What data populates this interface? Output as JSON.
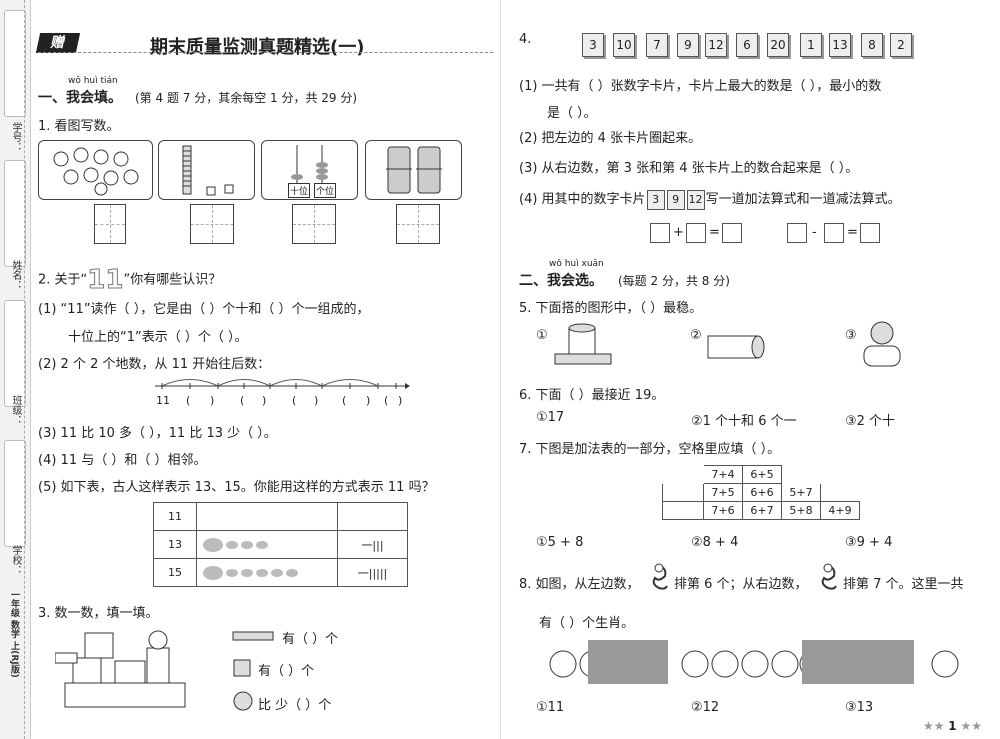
{
  "sidebar": {
    "labels": [
      "学号：",
      "姓名：",
      "班级：",
      "学校："
    ],
    "book": "一年级 数学 上(RJ版)"
  },
  "header": {
    "badge": "赠",
    "title": "期末质量监测真题精选(一)"
  },
  "sec1": {
    "pinyin": "wǒ huì tián",
    "title": "一、我会填。",
    "note": "(第 4 题 7 分，其余每空 1 分，共 29 分)"
  },
  "q1": {
    "title": "1. 看图写数。",
    "abacus_labels": [
      "十位",
      "个位"
    ]
  },
  "q2": {
    "title_pre": "2. 关于“",
    "big11": "11",
    "title_post": "”你有哪些认识？",
    "p1a": "(1) “11”读作（      ），它是由（      ）个十和（      ）个一组成的，",
    "p1b": "十位上的“1”表示（      ）个（      ）。",
    "p2": "(2) 2 个 2 个地数，从 11 开始往后数：",
    "line_labels": [
      "11",
      "(",
      ")",
      "(",
      ")",
      "(",
      ")",
      "(",
      ")",
      "(",
      ")"
    ],
    "p3": "(3) 11 比 10 多（      ），11 比 13 少（      ）。",
    "p4": "(4) 11 与（      ）和（      ）相邻。",
    "p5": "(5) 如下表，古人这样表示 13、15。你能用这样的方式表示 11 吗？",
    "table": [
      {
        "num": "11",
        "mark": ""
      },
      {
        "num": "13",
        "mark": "一|||"
      },
      {
        "num": "15",
        "mark": "一|||||"
      }
    ]
  },
  "q3": {
    "title": "3. 数一数，填一填。",
    "rows": [
      "有（      ）个",
      "有（      ）个",
      "比      少（      ）个"
    ]
  },
  "q4": {
    "num": "4.",
    "cards": [
      "3",
      "10",
      "7",
      "9",
      "12",
      "6",
      "20",
      "1",
      "13",
      "8",
      "2"
    ],
    "p1a": "(1) 一共有（      ）张数字卡片，卡片上最大的数是（      ），最小的数",
    "p1b": "是（      ）。",
    "p2": "(2) 把左边的 4 张卡片圈起来。",
    "p3": "(3) 从右边数，第 3 张和第 4 张卡片上的数合起来是（      ）。",
    "p4_pre": "(4) 用其中的数字卡片",
    "p4_cards": [
      "3",
      "9",
      "12"
    ],
    "p4_post": "写一道加法算式和一道减法算式。",
    "ops": [
      "+",
      "=",
      "-",
      "="
    ]
  },
  "sec2": {
    "pinyin": "wǒ huì xuǎn",
    "title": "二、我会选。",
    "note": "(每题 2 分，共 8 分)"
  },
  "q5": {
    "title": "5. 下面搭的图形中，（      ）最稳。",
    "options": [
      "①",
      "②",
      "③"
    ]
  },
  "q6": {
    "title": "6. 下面（      ）最接近 19。",
    "options": [
      "①17",
      "②1 个十和 6 个一",
      "③2 个十"
    ]
  },
  "q7": {
    "title": "7. 下图是加法表的一部分，空格里应填（      ）。",
    "rows": [
      [
        "",
        "7+4",
        "6+5",
        "",
        ""
      ],
      [
        "",
        "7+5",
        "6+6",
        "5+7",
        ""
      ],
      [
        "",
        "7+6",
        "6+7",
        "5+8",
        "4+9"
      ]
    ],
    "options": [
      "①5 + 8",
      "②8 + 4",
      "③9 + 4"
    ]
  },
  "q8": {
    "p1_a": "8. 如图，从左边数，",
    "p1_b": "排第 6 个；从右边数，",
    "p1_c": "排第 7 个。这里一共",
    "p2": "有（      ）个生肖。",
    "options": [
      "①11",
      "②12",
      "③13"
    ]
  },
  "footer": {
    "page": "1"
  }
}
